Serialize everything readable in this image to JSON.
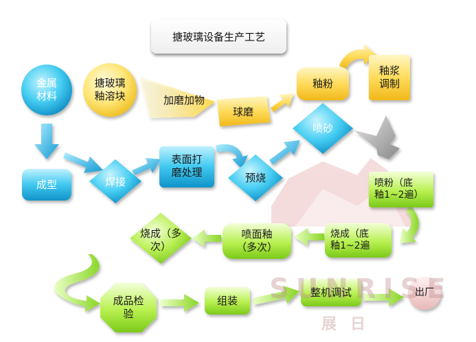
{
  "title": "搪玻璃设备生产工艺",
  "nodes": {
    "metal_material": "金属\n材料",
    "enamel_frit": "搪玻璃\n釉溶块",
    "add_grinding": "加磨加物",
    "ball_mill": "球磨",
    "glaze_powder": "釉粉",
    "slurry_prep": "釉浆\n调制",
    "sand_blast": "喷砂",
    "forming": "成型",
    "welding": "焊接",
    "surface_grinding": "表面打\n磨处理",
    "preheat": "预烧",
    "spray_powder": "喷粉（底\n釉1~2遍）",
    "firing_ground": "烧成（底\n釉1~2遍",
    "spray_top": "喷面釉\n（多次）",
    "firing_multi": "烧成（多\n次）",
    "finished_inspect": "成品检\n验",
    "assembly": "组装",
    "machine_debug": "整机调试",
    "shipping": "出厂"
  },
  "watermark": {
    "brand_en": "SUNRISE",
    "brand_cn": "展日"
  }
}
